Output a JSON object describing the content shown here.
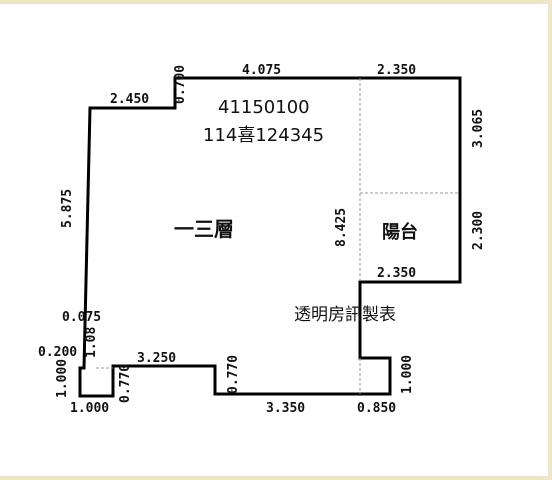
{
  "colors": {
    "frame": "#efe6c8",
    "wall": "#000000",
    "divider": "#999999"
  },
  "codes": {
    "id": "41150100",
    "permit": "114喜124345"
  },
  "rooms": {
    "main": "一三層",
    "balcony": "陽台"
  },
  "note": "透明房訊製表",
  "dims": {
    "top_left": "2.450",
    "top_step": "0.700",
    "top_mid": "4.075",
    "top_right": "2.350",
    "right_upper": "3.065",
    "right_lower": "2.300",
    "balcony_bottom": "2.350",
    "inner_vertical": "8.425",
    "left_upper": "5.875",
    "left_small": "0.075",
    "left_108": "1.08",
    "left_200": "0.200",
    "left_1000": "1.000",
    "bottom_1000": "1.000",
    "bottom_770": "0.770",
    "mid_3250": "3.250",
    "mid_770": "0.770",
    "bottom_3350": "3.350",
    "bottom_850": "0.850",
    "right_1000": "1.000"
  }
}
